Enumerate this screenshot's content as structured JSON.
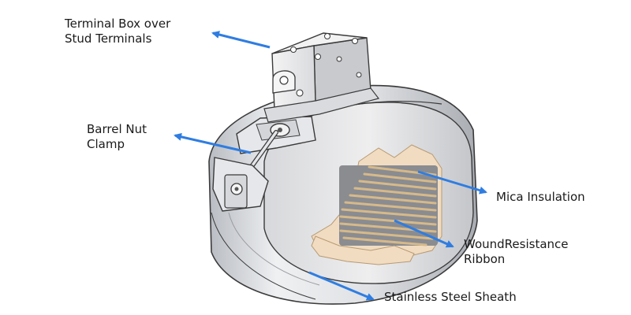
{
  "labels": {
    "terminal_box": {
      "line1": "Terminal Box over",
      "line2": "Stud Terminals"
    },
    "barrel_nut": {
      "line1": "Barrel Nut",
      "line2": "Clamp"
    },
    "mica": {
      "text": "Mica Insulation"
    },
    "wound": {
      "line1": "WoundResistance",
      "line2": "Ribbon"
    },
    "sheath": {
      "text": "Stainless Steel Sheath"
    }
  },
  "colors": {
    "arrow": "#2f7de1",
    "metal_light": "#ececef",
    "metal_mid": "#c9cbd0",
    "metal_dark": "#8d9096",
    "outline": "#3a3a3a",
    "mica": "#f1dcc2",
    "ribbon": "#d6b98a",
    "ribbon_gap": "#8a8c90"
  }
}
